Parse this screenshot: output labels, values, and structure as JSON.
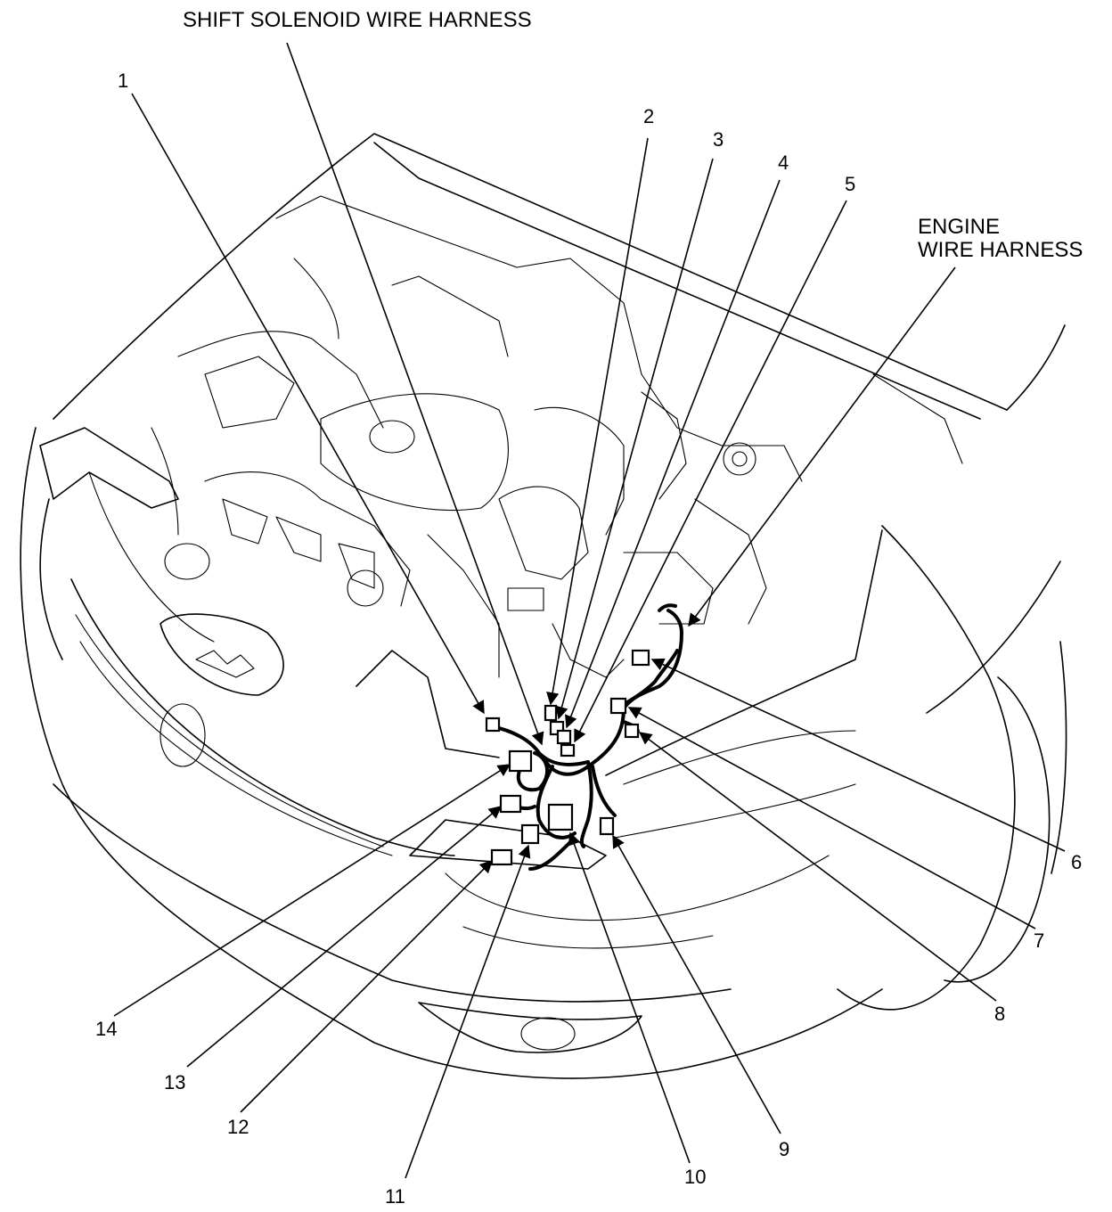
{
  "labels": {
    "shift_solenoid": "SHIFT SOLENOID WIRE HARNESS",
    "engine_line1": "ENGINE",
    "engine_line2": "WIRE HARNESS"
  },
  "callouts": [
    "1",
    "2",
    "3",
    "4",
    "5",
    "6",
    "7",
    "8",
    "9",
    "10",
    "11",
    "12",
    "13",
    "14"
  ]
}
